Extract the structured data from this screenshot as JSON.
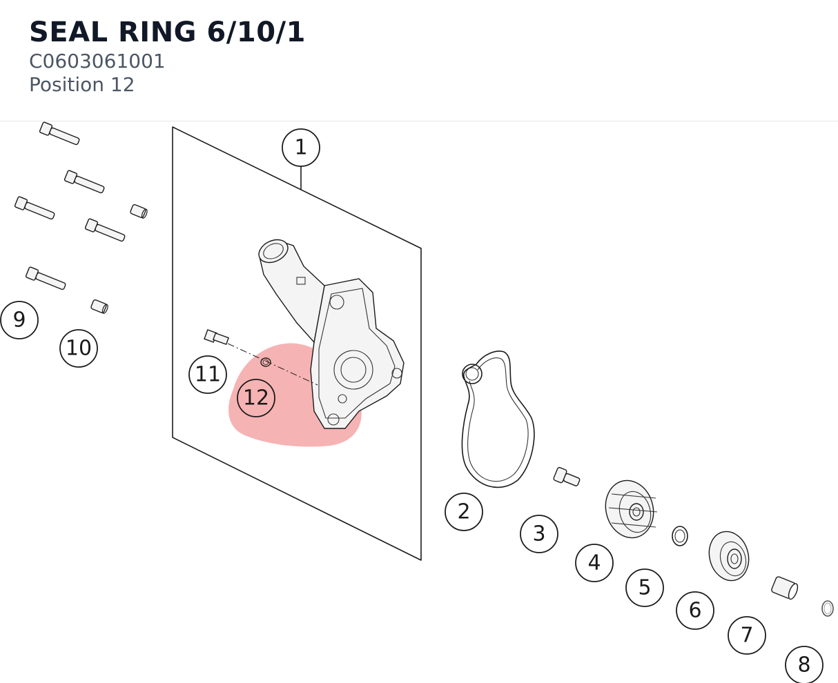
{
  "part": {
    "title": "SEAL RING 6/10/1",
    "code": "C0603061001",
    "position_label": "Position 12"
  },
  "colors": {
    "highlight": "#f08080",
    "line": "#1a1a1a",
    "title": "#111827",
    "meta": "#4b5563"
  },
  "callouts": [
    {
      "label": "1"
    },
    {
      "label": "2"
    },
    {
      "label": "3"
    },
    {
      "label": "4"
    },
    {
      "label": "5"
    },
    {
      "label": "6"
    },
    {
      "label": "7"
    },
    {
      "label": "8"
    },
    {
      "label": "9"
    },
    {
      "label": "10"
    },
    {
      "label": "11"
    },
    {
      "label": "12",
      "highlighted": true
    }
  ]
}
